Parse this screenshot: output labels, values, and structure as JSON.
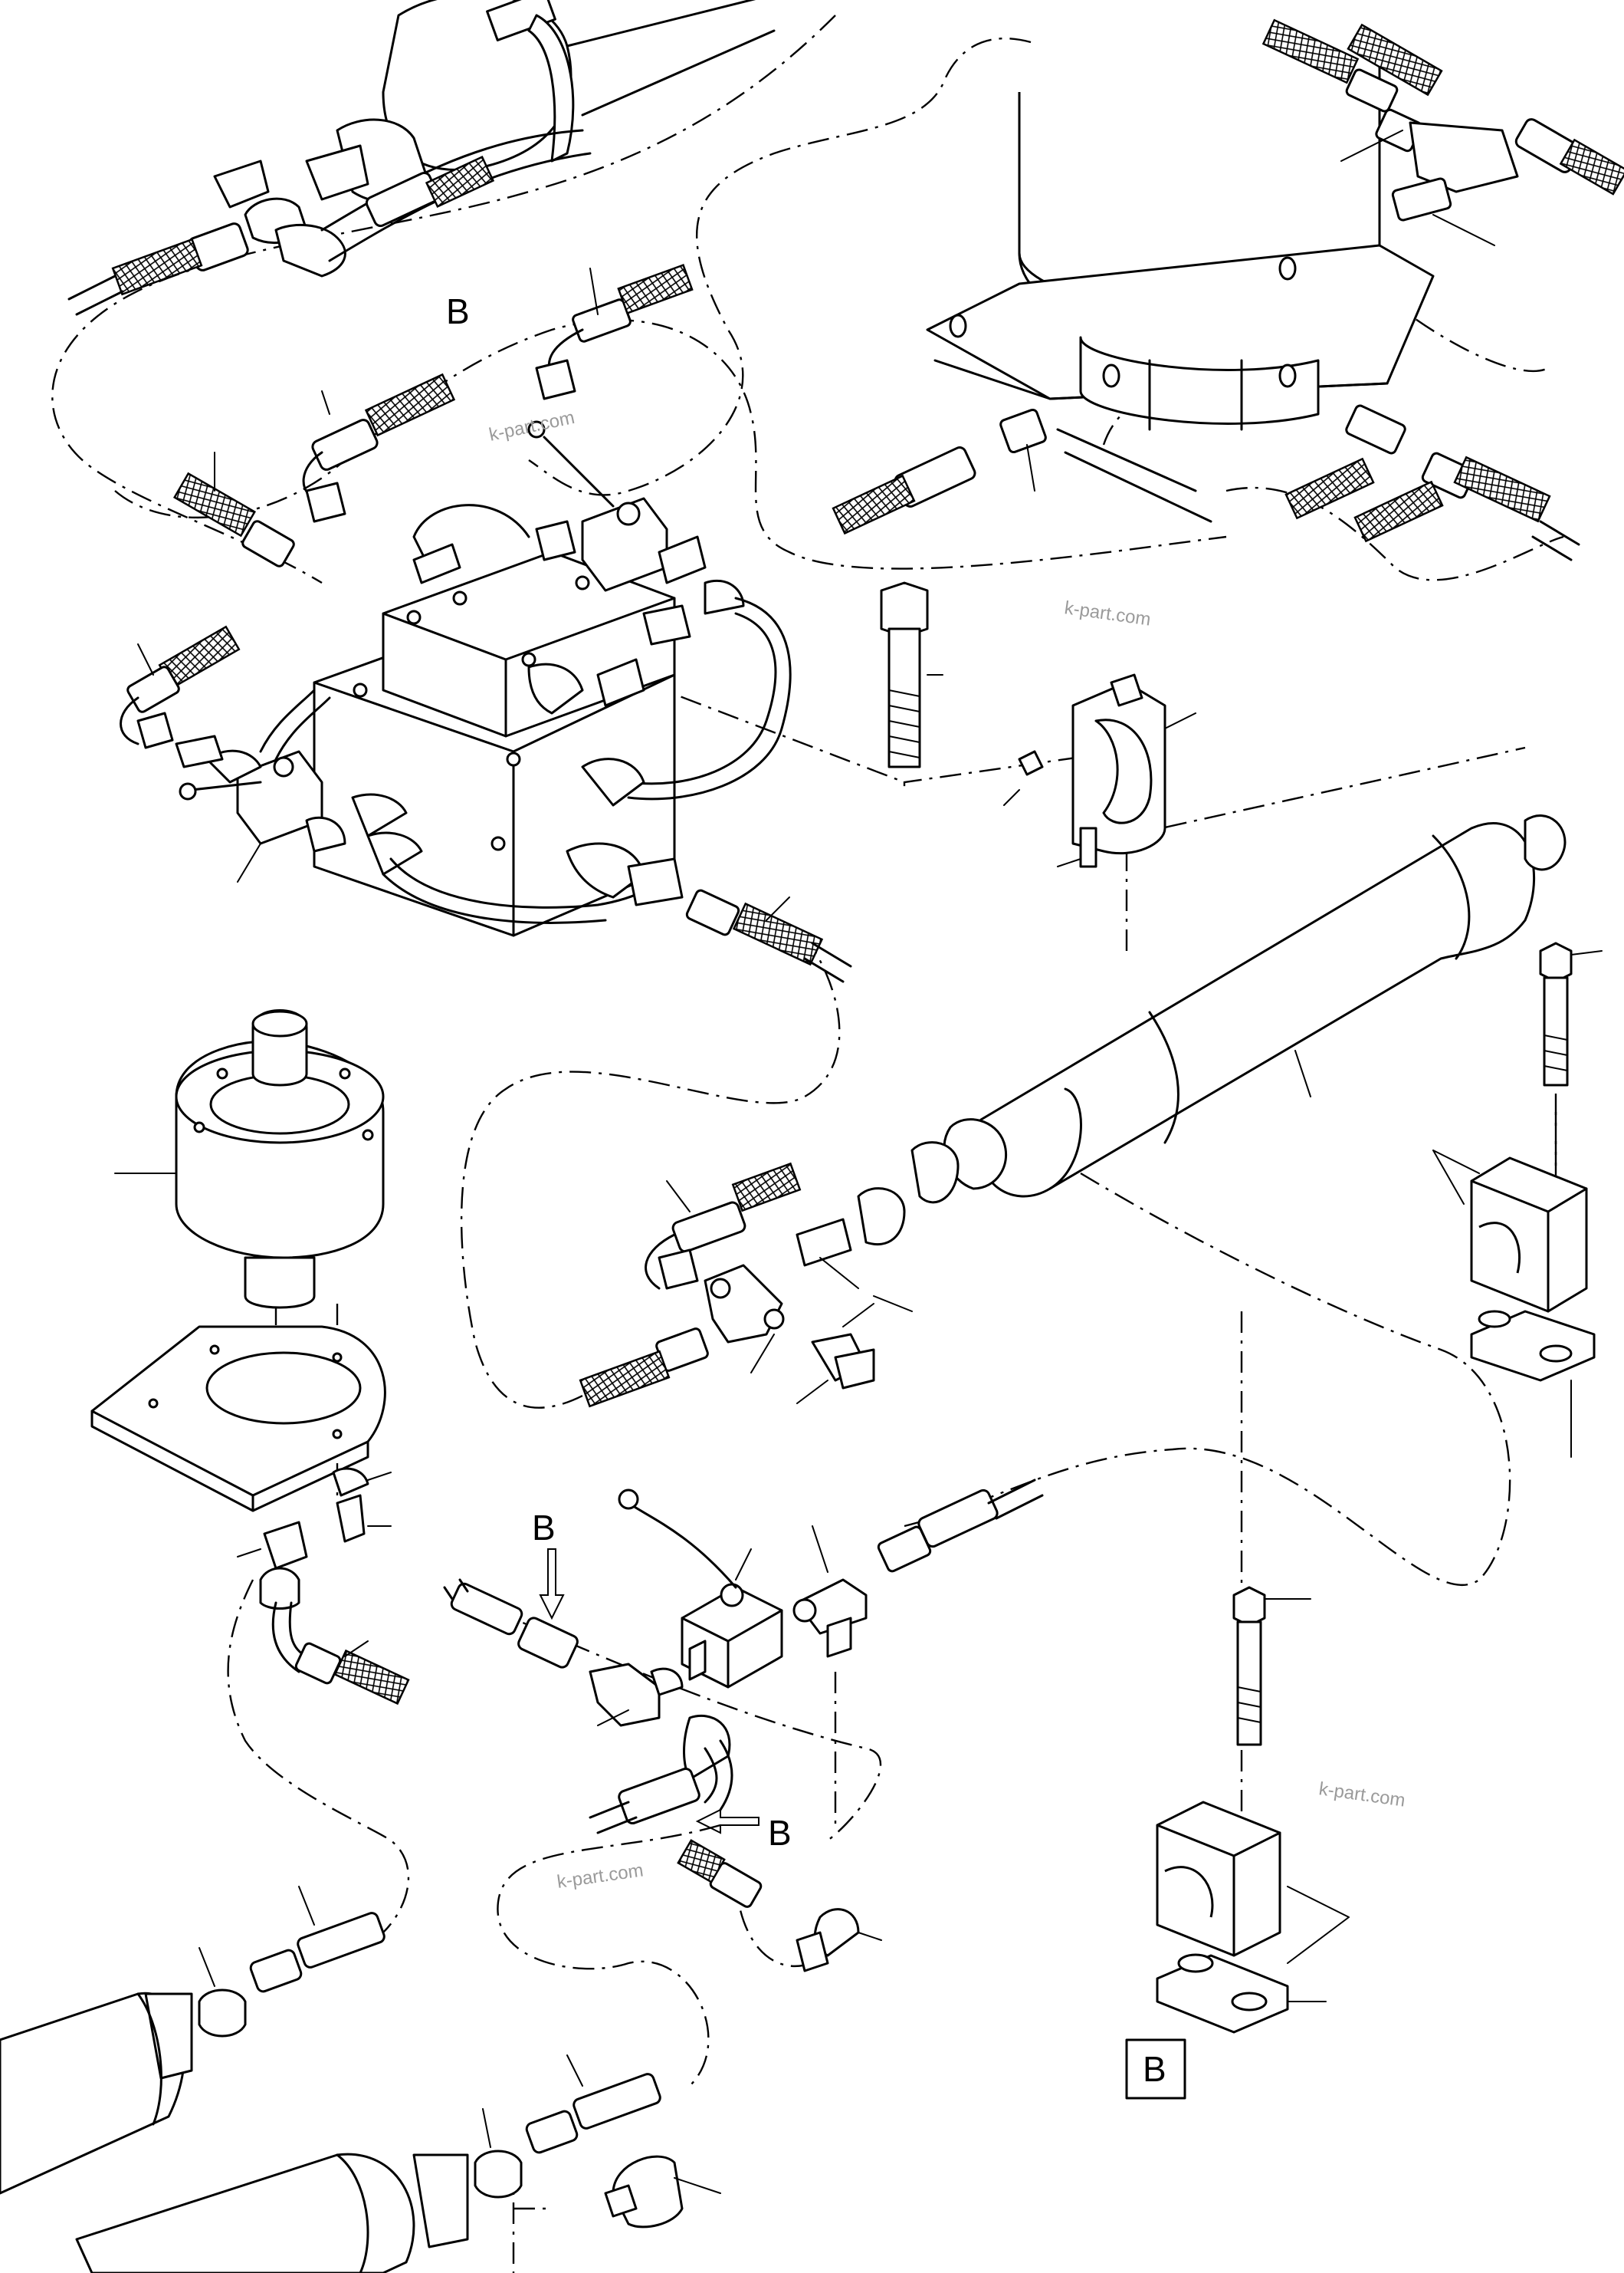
{
  "labels": {
    "view_b_top": "B",
    "view_b_arrow_upper": "B",
    "view_b_arrow_lower": "B",
    "view_b_box": "B"
  },
  "watermarks": [
    "k-part.com",
    "k-part.com",
    "k-part.com",
    "k-part.com"
  ],
  "colors": {
    "line": "#000000",
    "watermark": "#9a9a9a",
    "background": "#ffffff"
  }
}
